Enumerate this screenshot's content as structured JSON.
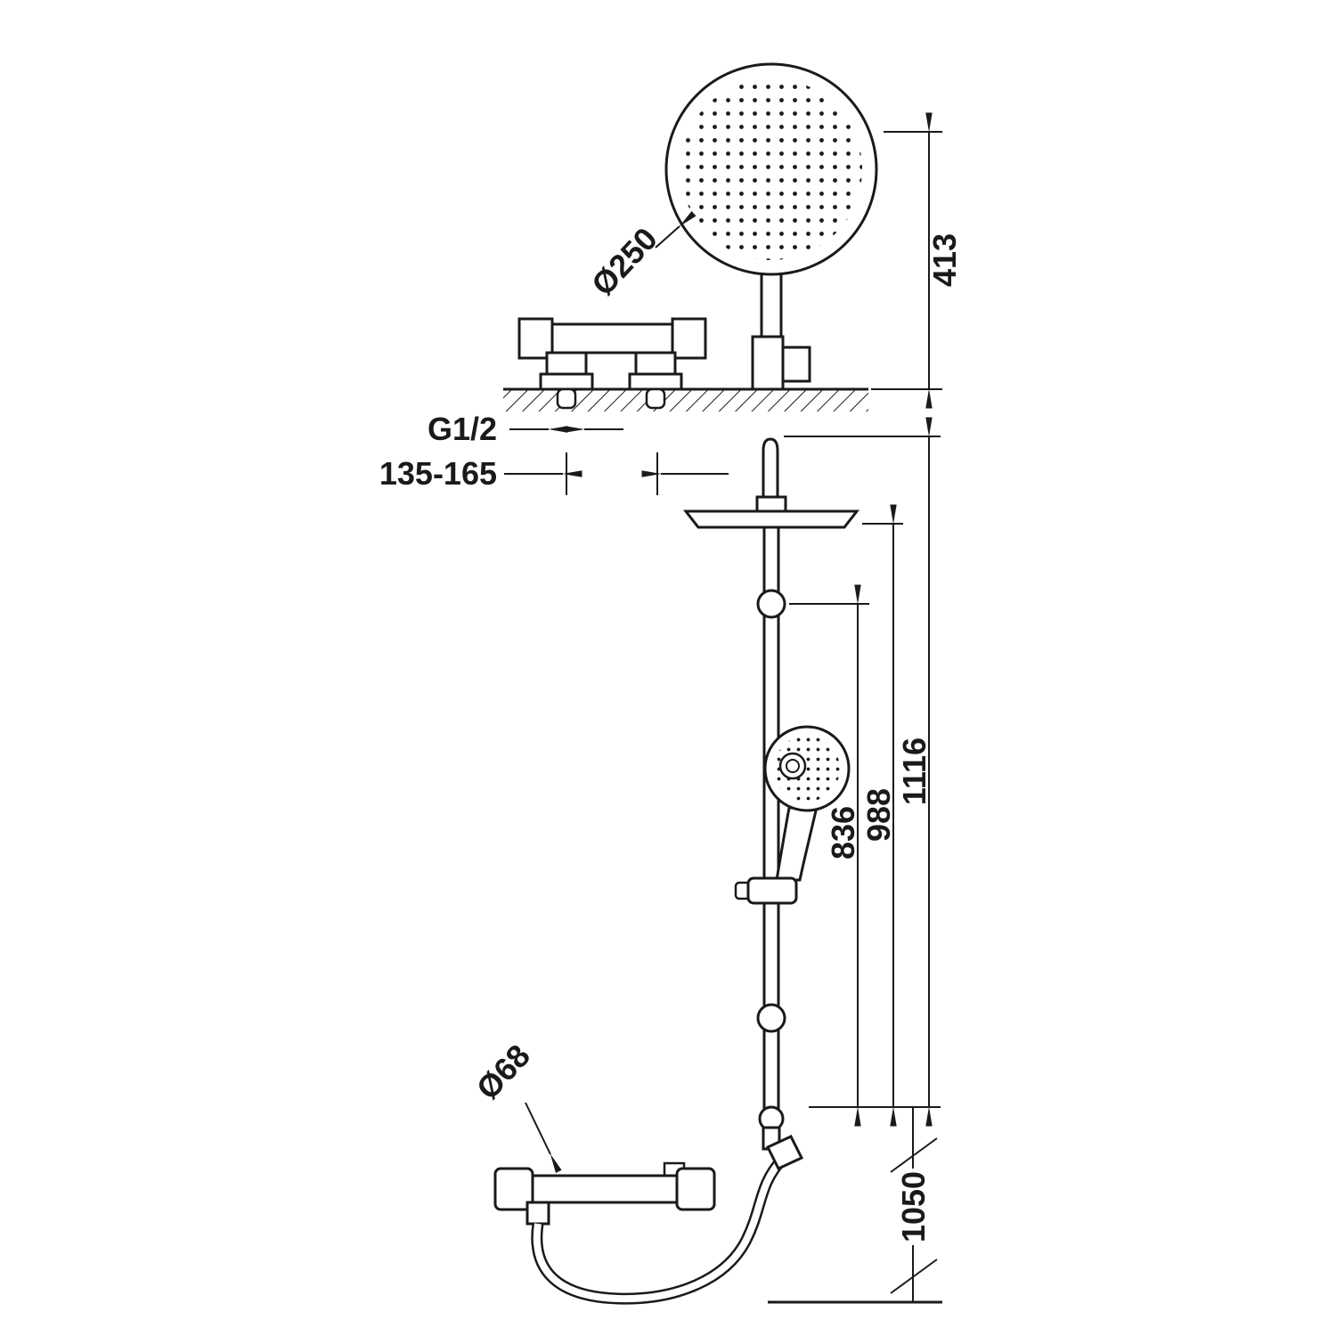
{
  "drawing": {
    "labels": {
      "head_diameter": "Ø250",
      "head_offset": "413",
      "thread_size": "G1/2",
      "inlet_spacing": "135-165",
      "handshower_height": "836",
      "headplate_height": "988",
      "column_height": "1116",
      "mixer_height": "1050",
      "mixer_handle_diameter": "Ø68"
    },
    "colors": {
      "line": "#1a1a1a",
      "background": "#ffffff"
    }
  }
}
